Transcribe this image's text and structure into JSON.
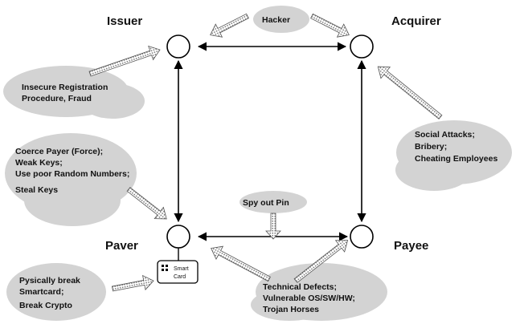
{
  "nodes": {
    "issuer": "Issuer",
    "acquirer": "Acquirer",
    "payer": "Paver",
    "payee": "Payee"
  },
  "smartcard": {
    "line1": "Smart",
    "line2": "Card"
  },
  "threats": {
    "hacker": "Hacker",
    "registration": [
      "Insecure Registration",
      "Procedure, Fraud"
    ],
    "social": [
      "Social Attacks;",
      "Bribery;",
      "Cheating Employees"
    ],
    "coerce": [
      "Coerce Payer (Force);",
      "Weak Keys;",
      "Use poor Random Numbers;",
      "Steal Keys"
    ],
    "spy": "Spy out Pin",
    "physical": [
      "Pysically break",
      "Smartcard;",
      "Break Crypto"
    ],
    "technical": [
      "Technical Defects;",
      "Vulnerable OS/SW/HW;",
      "Trojan Horses"
    ]
  }
}
